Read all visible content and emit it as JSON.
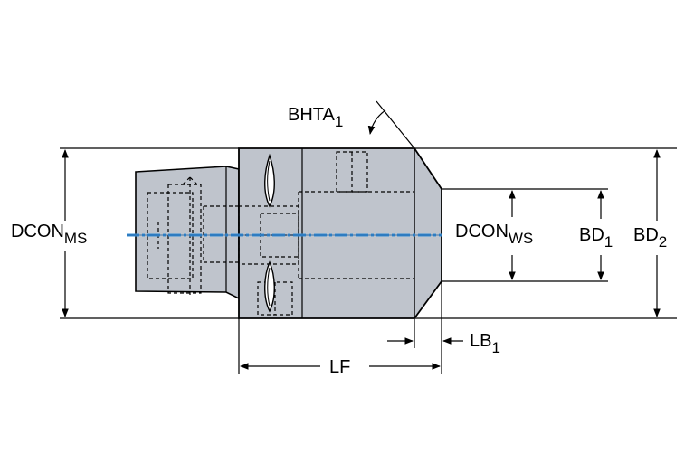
{
  "labels": {
    "dcon_ms": {
      "main": "DCON",
      "sub": "MS"
    },
    "dcon_ws": {
      "main": "DCON",
      "sub": "WS"
    },
    "bhta1": {
      "main": "BHTA",
      "sub": "1"
    },
    "bd1": {
      "main": "BD",
      "sub": "1"
    },
    "bd2": {
      "main": "BD",
      "sub": "2"
    },
    "lb1": {
      "main": "LB",
      "sub": "1"
    },
    "lf": {
      "main": "LF"
    }
  },
  "colors": {
    "body_fill": "#bfc4cc",
    "outline": "#000000",
    "centerline": "#3a8fd6"
  }
}
